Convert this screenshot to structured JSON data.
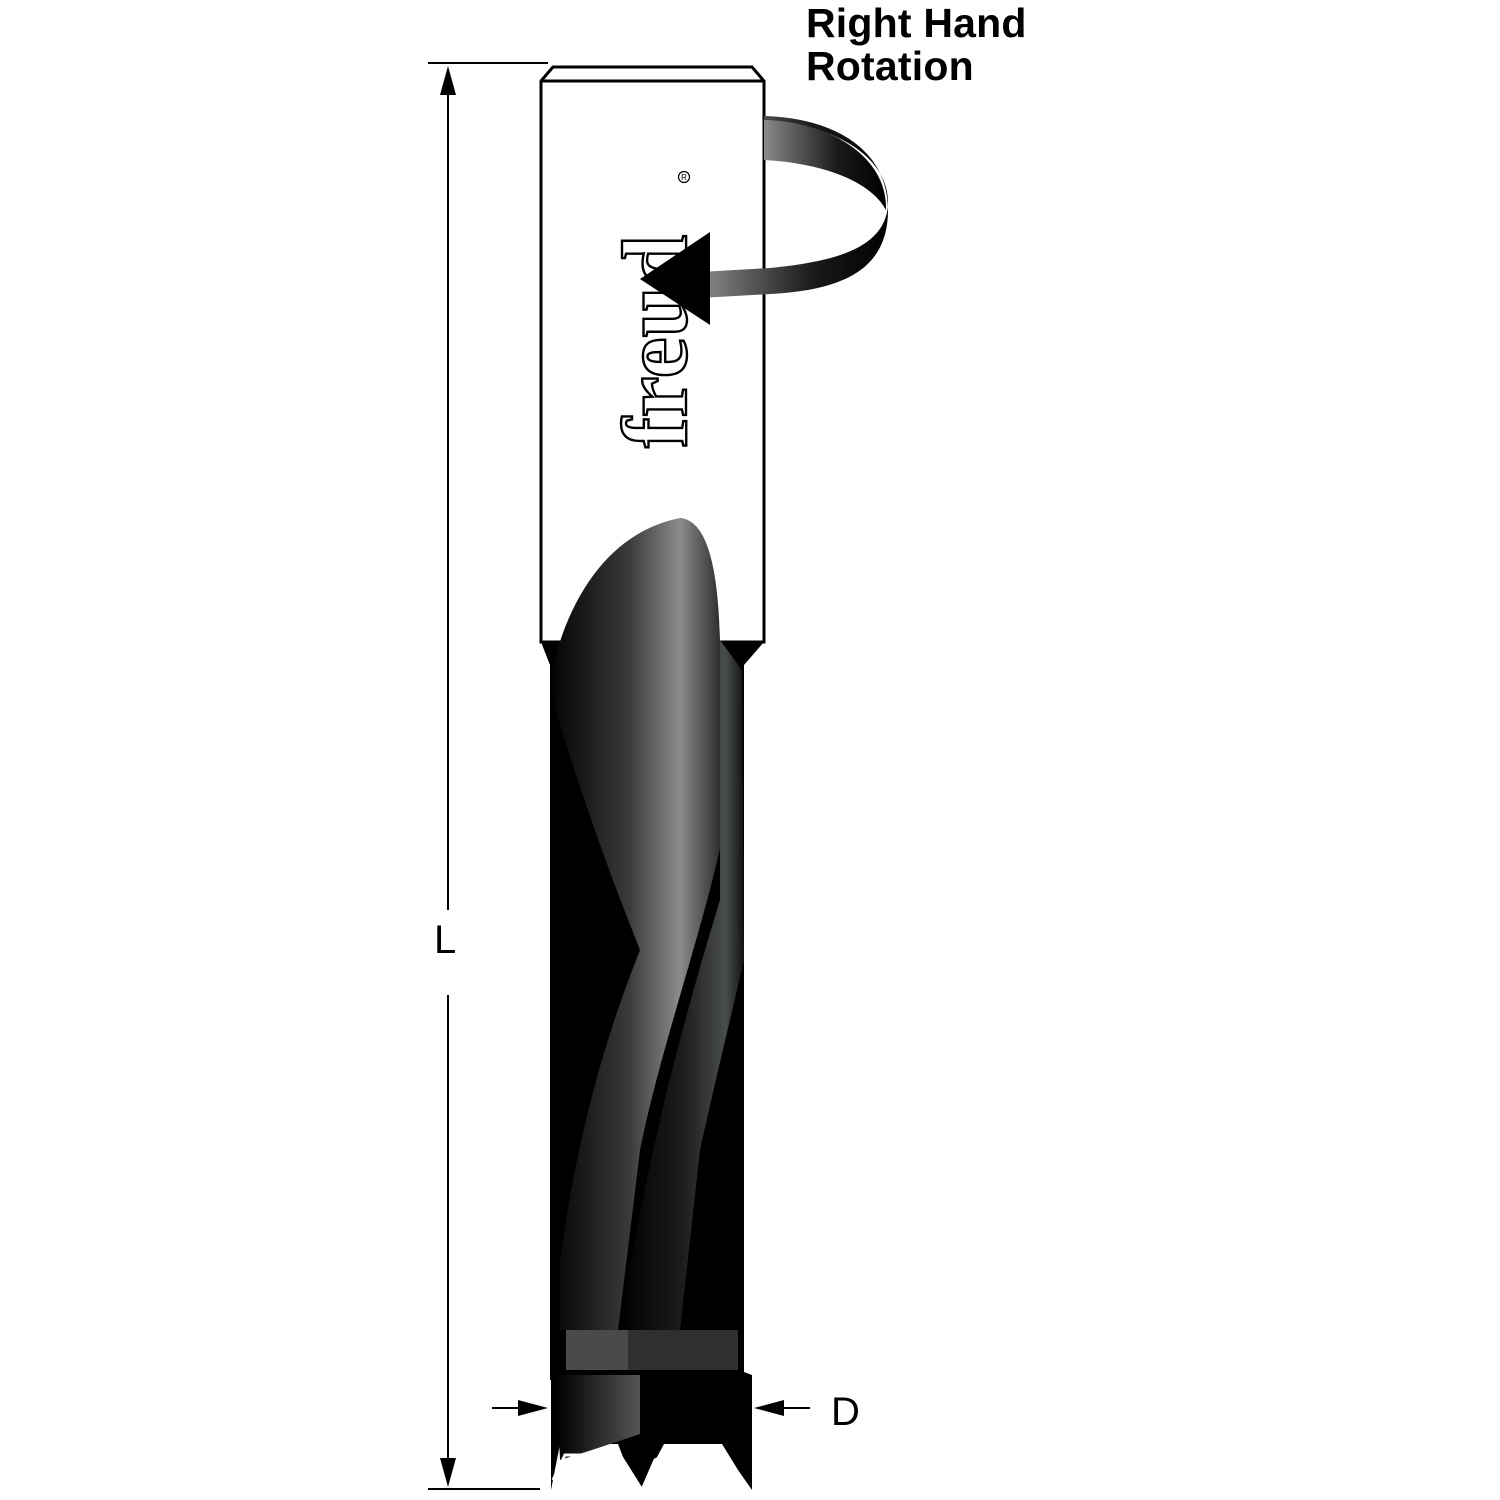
{
  "diagram": {
    "title_line1": "Right Hand",
    "title_line2": "Rotation",
    "brand_logo": "freud",
    "registered_mark": "R",
    "dimension_length_label": "L",
    "dimension_diameter_label": "D",
    "rotation_direction": "right-hand (clockwise viewed from shank)",
    "colors": {
      "outline": "#000000",
      "shank_fill": "#ffffff",
      "body_dark": "#0a0a0a",
      "body_highlight": "#8a8a8a",
      "background": "#ffffff"
    }
  }
}
